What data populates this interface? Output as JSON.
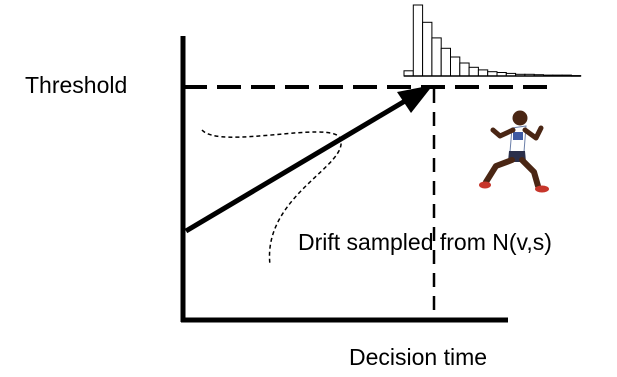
{
  "labels": {
    "threshold": "Threshold",
    "drift": "Drift sampled from N(v,s)",
    "decision_time": "Decision time"
  },
  "histogram": {
    "bin_heights": [
      6,
      82,
      62,
      44,
      32,
      22,
      15,
      10,
      7,
      5,
      4,
      3,
      2,
      2,
      1.5,
      1,
      1,
      1,
      0.5
    ],
    "max": 82
  },
  "icons": {
    "runner": "runner-icon"
  },
  "colors": {
    "ink": "#000000",
    "bar_fill": "#ffffff"
  }
}
